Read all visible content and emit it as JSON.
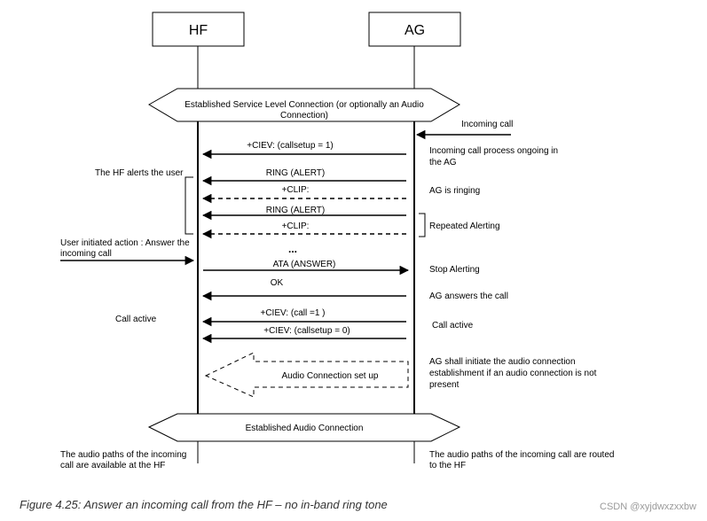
{
  "entities": {
    "hf": "HF",
    "ag": "AG"
  },
  "slc_banner": [
    "Established Service Level Connection (or optionally an Audio",
    "Connection)"
  ],
  "audio_banner": "Established Audio Connection",
  "messages": {
    "ciev_callsetup_1": "+CIEV: (callsetup = 1)",
    "ring_1": "RING (ALERT)",
    "clip_1": "+CLIP:",
    "ring_2": "RING (ALERT)",
    "clip_2": "+CLIP:",
    "dots": "...",
    "ata": "ATA (ANSWER)",
    "ok": "OK",
    "ciev_call_1": "+CIEV: (call =1 )",
    "ciev_callsetup_0": "+CIEV: (callsetup = 0)",
    "audio_setup": "Audio Connection set up"
  },
  "notes_left": {
    "hf_alerts": "The HF alerts the user",
    "user_action": [
      "User initiated action : Answer the",
      "incoming call"
    ],
    "call_active": "Call active",
    "audio_paths": [
      "The audio paths of the incoming",
      "call are available at the HF"
    ]
  },
  "notes_right": {
    "incoming_call": "Incoming call",
    "process_ongoing": [
      "Incoming call process ongoing in",
      "the AG"
    ],
    "ag_ringing": "AG is ringing",
    "repeated_alerting": "Repeated Alerting",
    "stop_alerting": "Stop Alerting",
    "ag_answers": "AG answers the call",
    "call_active": "Call active",
    "ag_initiate": [
      "AG shall initiate the audio connection",
      "establishment if an audio connection is not",
      "present"
    ],
    "audio_paths": [
      "The audio paths of the incoming call are routed",
      "to the HF"
    ]
  },
  "caption": "Figure 4.25: Answer an incoming call from the HF – no in-band ring tone",
  "watermark": "CSDN @xyjdwxzxxbw"
}
